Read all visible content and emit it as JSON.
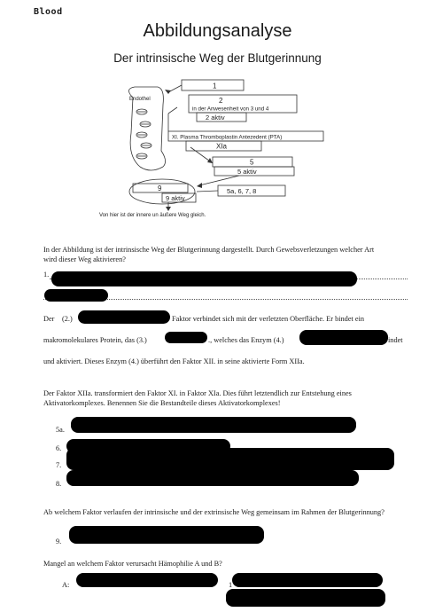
{
  "corner_label": "Blood",
  "title": "Abbildungsanalyse",
  "subtitle": "Der intrinsische Weg der Blutgerinnung",
  "diagram": {
    "endothel_label": "Endothel",
    "box1": "1",
    "box2_num": "2",
    "box2_text": "in der Anwesenheit von 3 und 4",
    "box2_active": "2 aktiv",
    "box_xi": "XI. Plasma Thromboplastin Antezedent (PTA)",
    "box_xia": "XIa",
    "box5": "5",
    "box5_active": "5 aktiv",
    "box9": "9",
    "box9_active": "9 aktiv",
    "box_cofactors": "5a, 6, 7, 8",
    "caption": "Von hier ist der innere un äußere Weg gleich."
  },
  "q1": {
    "text": "In der Abbildung ist der intrinsische Weg der Blutgerinnung dargestellt. Durch Gewebsverletzungen welcher Art wird dieser Weg aktivieren?",
    "answer_num": "1."
  },
  "para": {
    "line1_a": "Der",
    "line1_b": "(2.)",
    "line1_c": "Faktor verbindet sich mit der verletzten Oberfläche. Er bindet ein",
    "line2_a": "makromolekulares Protein, das (3.)",
    "line2_b": "., welches das Enzym (4.)",
    "line2_c": "indet",
    "line3": "und aktiviert. Dieses Enzym (4.) überführt den Faktor XII. in seine aktivierte Form XIIa."
  },
  "q2": {
    "text": "Der Faktor XIIa. transformiert den Faktor XI. in Faktor XIa. Dies führt letztendlich zur Entstehung eines Aktivatorkomplexes. Benennen Sie die Bestandteile dieses Aktivatorkomplexes!",
    "items": [
      "5a.",
      "6.",
      "7.",
      "8."
    ]
  },
  "q3": {
    "text": "Ab welchem Faktor verlaufen der intrinsische und der extrinsische Weg gemeinsam im Rahmen der Blutgerinnung?",
    "answer_num": "9."
  },
  "q4": {
    "text": "Mangel an welchem Faktor verursacht Hämophilie A und B?",
    "label_a": "A:",
    "label_b": "1"
  }
}
